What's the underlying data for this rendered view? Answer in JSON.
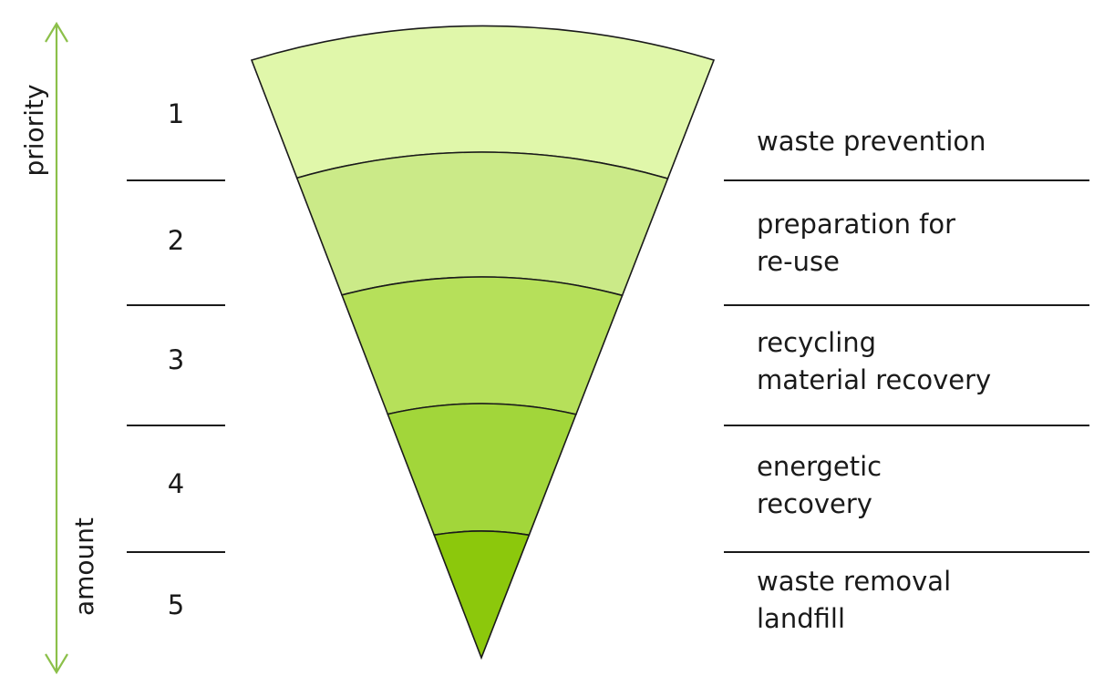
{
  "axis": {
    "top_label": "priority",
    "bottom_label": "amount",
    "arrow_color": "#8cc04a"
  },
  "levels": [
    {
      "number": "1",
      "lines": [
        "waste prevention"
      ],
      "color": "#e0f7aa"
    },
    {
      "number": "2",
      "lines": [
        "preparation for",
        "re-use"
      ],
      "color": "#cbea88"
    },
    {
      "number": "3",
      "lines": [
        "recycling",
        "material recovery"
      ],
      "color": "#b6e05a"
    },
    {
      "number": "4",
      "lines": [
        "energetic",
        "recovery"
      ],
      "color": "#a2d63a"
    },
    {
      "number": "5",
      "lines": [
        "waste removal",
        "landfill"
      ],
      "color": "#8cc80c"
    }
  ]
}
